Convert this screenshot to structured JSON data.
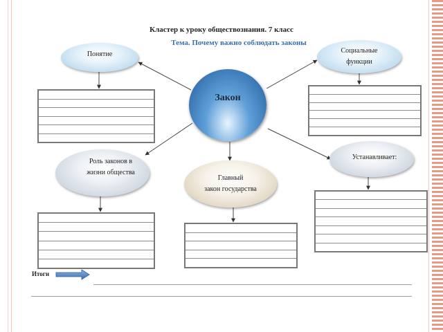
{
  "header": {
    "title": "Кластер к уроку обществознания. 7 класс",
    "subtitle": "Тема. Почему важно соблюдать законы"
  },
  "center": {
    "label": "Закон"
  },
  "nodes": {
    "concept": {
      "label": "Понятие"
    },
    "social_functions": {
      "line1": "Социальные",
      "line2": "функции"
    },
    "role": {
      "line1": "Роль законов в",
      "line2": "жизни общества"
    },
    "main_law": {
      "line1": "Главный",
      "line2": "закон государства"
    },
    "establishes": {
      "label": "Устанавливает:"
    }
  },
  "footer": {
    "itogi_label": "Итоги"
  },
  "colors": {
    "center_dark": "#1f5a9a",
    "subtitle": "#3b6fb0",
    "frame_accent": "#e9836d"
  }
}
